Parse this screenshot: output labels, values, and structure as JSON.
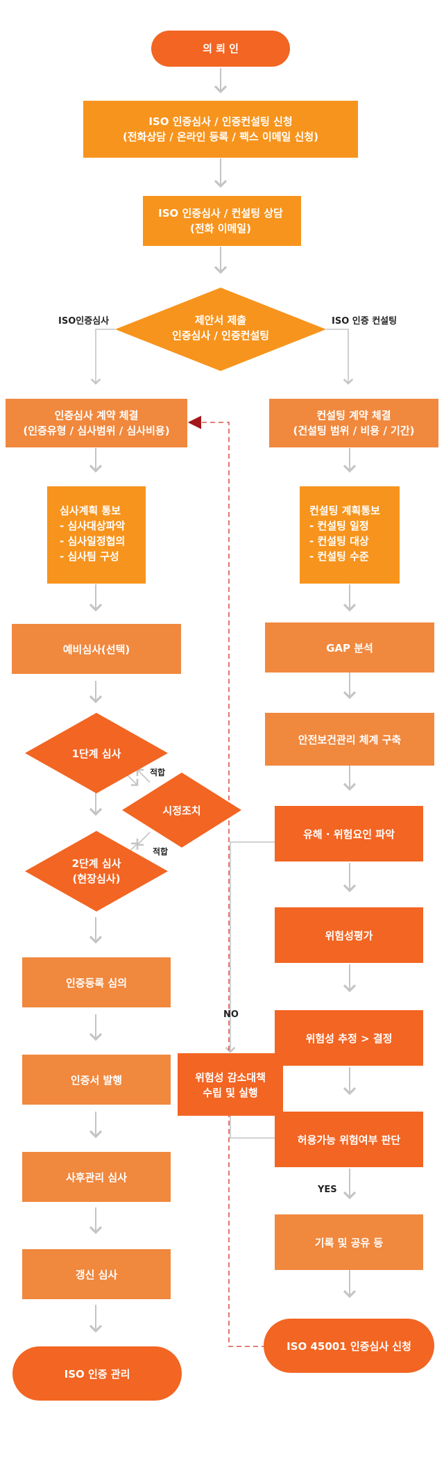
{
  "colors": {
    "primary_orange": "#f26522",
    "light_orange": "#f7941d",
    "mid_orange": "#f0883e",
    "connector_gray": "#c4c4c4",
    "dashed_red": "#d9534f",
    "text_white": "#ffffff"
  },
  "start": {
    "label": "의 뢰 인"
  },
  "apply": {
    "lines": [
      "ISO 인증심사 / 인증컨설팅 신청",
      "(전화상담 /  온라인 등록 / 팩스 이메일 신청)"
    ]
  },
  "consult": {
    "lines": [
      "ISO 인증심사 / 컨설팅 상담",
      "(전화 이메일)"
    ]
  },
  "proposal": {
    "lines": [
      "제안서 제출",
      "인증심사 / 인증컨설팅"
    ]
  },
  "branch_labels": {
    "left": "ISO인증심사",
    "right": "ISO 인증 컨설팅"
  },
  "audit_path": {
    "contract": {
      "lines": [
        "인증심사 계약 체결",
        "(인증유형 / 심사범위 / 심사비용)"
      ]
    },
    "plan": {
      "lines": [
        "심사계획 통보",
        "- 심사대상파악",
        "- 심사일정협의",
        "- 심사팀 구성"
      ]
    },
    "pre_audit": {
      "label": "예비심사(선택)"
    },
    "stage1": {
      "label": "1단계 심사"
    },
    "corrective": {
      "label": "시정조치"
    },
    "fit1": "적합",
    "fit2": "적합",
    "stage2": {
      "lines": [
        "2단계 심사",
        "(현장심사)"
      ]
    },
    "review": {
      "label": "인증등록 심의"
    },
    "issue": {
      "label": "인증서 발행"
    },
    "surveillance": {
      "label": "사후관리 심사"
    },
    "renewal": {
      "label": "갱신 심사"
    },
    "manage": {
      "label": "ISO 인증 관리"
    }
  },
  "consulting_path": {
    "contract": {
      "lines": [
        "컨설팅 계약 체결",
        "(건설팅 범위 / 비용 / 기간)"
      ]
    },
    "plan": {
      "lines": [
        "컨설팅 계획통보",
        "- 컨설팅 일정",
        "- 컨설팅 대상",
        "- 컨설팅 수준"
      ]
    },
    "gap": {
      "label": "GAP 분석"
    },
    "build": {
      "label": "안전보건관리 체계 구축"
    },
    "hazard": {
      "label": "유해 · 위험요인 파악"
    },
    "risk_eval": {
      "label": "위험성평가"
    },
    "risk_est": {
      "label": "위험성 추정 > 결정"
    },
    "judge": {
      "label": "허용가능 위험여부 판단"
    },
    "reduce": {
      "lines": [
        "위험성 감소대책",
        "수립 및 실행"
      ]
    },
    "no_label": "NO",
    "yes_label": "YES",
    "record": {
      "label": "기록 및 공유 등"
    },
    "apply_cert": {
      "label": "ISO 45001 인증심사 신청"
    }
  }
}
